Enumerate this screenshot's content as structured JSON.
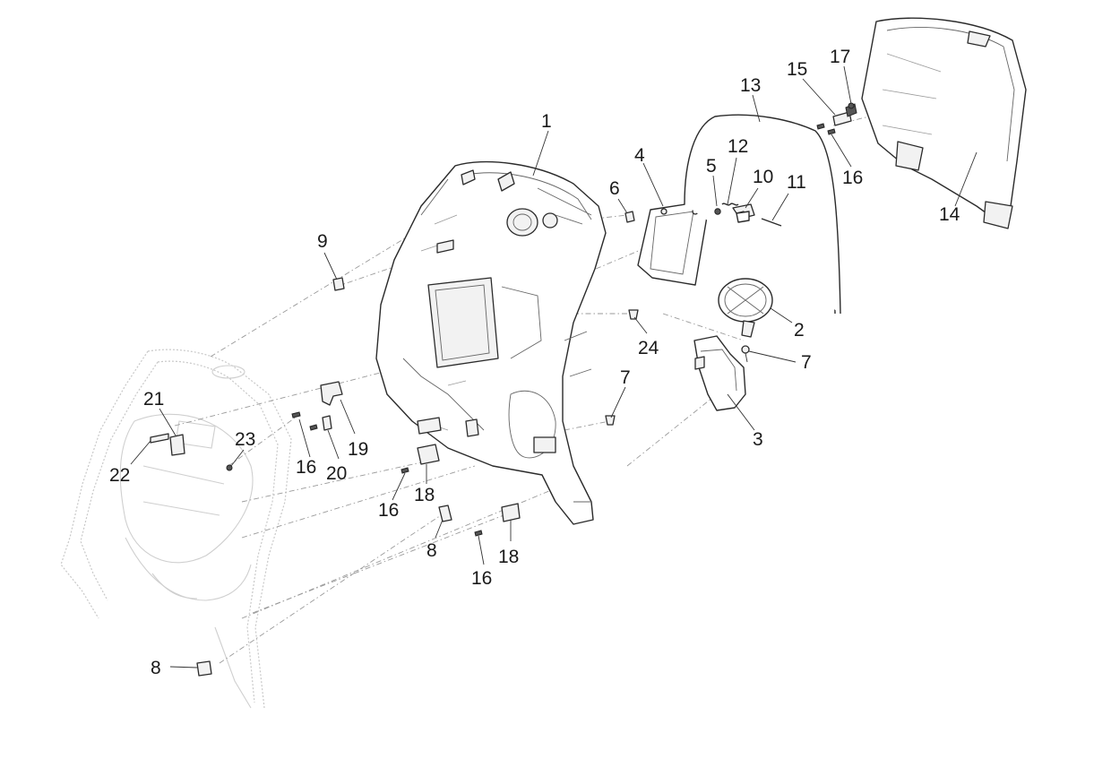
{
  "diagram": {
    "callouts": [
      {
        "id": "c1",
        "label": "1"
      },
      {
        "id": "c2",
        "label": "2"
      },
      {
        "id": "c3",
        "label": "3"
      },
      {
        "id": "c4",
        "label": "4"
      },
      {
        "id": "c5",
        "label": "5"
      },
      {
        "id": "c6",
        "label": "6"
      },
      {
        "id": "c7a",
        "label": "7"
      },
      {
        "id": "c7b",
        "label": "7"
      },
      {
        "id": "c8a",
        "label": "8"
      },
      {
        "id": "c8b",
        "label": "8"
      },
      {
        "id": "c9",
        "label": "9"
      },
      {
        "id": "c10",
        "label": "10"
      },
      {
        "id": "c11",
        "label": "11"
      },
      {
        "id": "c12",
        "label": "12"
      },
      {
        "id": "c13",
        "label": "13"
      },
      {
        "id": "c14",
        "label": "14"
      },
      {
        "id": "c15",
        "label": "15"
      },
      {
        "id": "c16a",
        "label": "16"
      },
      {
        "id": "c16b",
        "label": "16"
      },
      {
        "id": "c16c",
        "label": "16"
      },
      {
        "id": "c16d",
        "label": "16"
      },
      {
        "id": "c17",
        "label": "17"
      },
      {
        "id": "c18a",
        "label": "18"
      },
      {
        "id": "c18b",
        "label": "18"
      },
      {
        "id": "c19",
        "label": "19"
      },
      {
        "id": "c20",
        "label": "20"
      },
      {
        "id": "c21",
        "label": "21"
      },
      {
        "id": "c22",
        "label": "22"
      },
      {
        "id": "c23",
        "label": "23"
      },
      {
        "id": "c24",
        "label": "24"
      }
    ]
  }
}
